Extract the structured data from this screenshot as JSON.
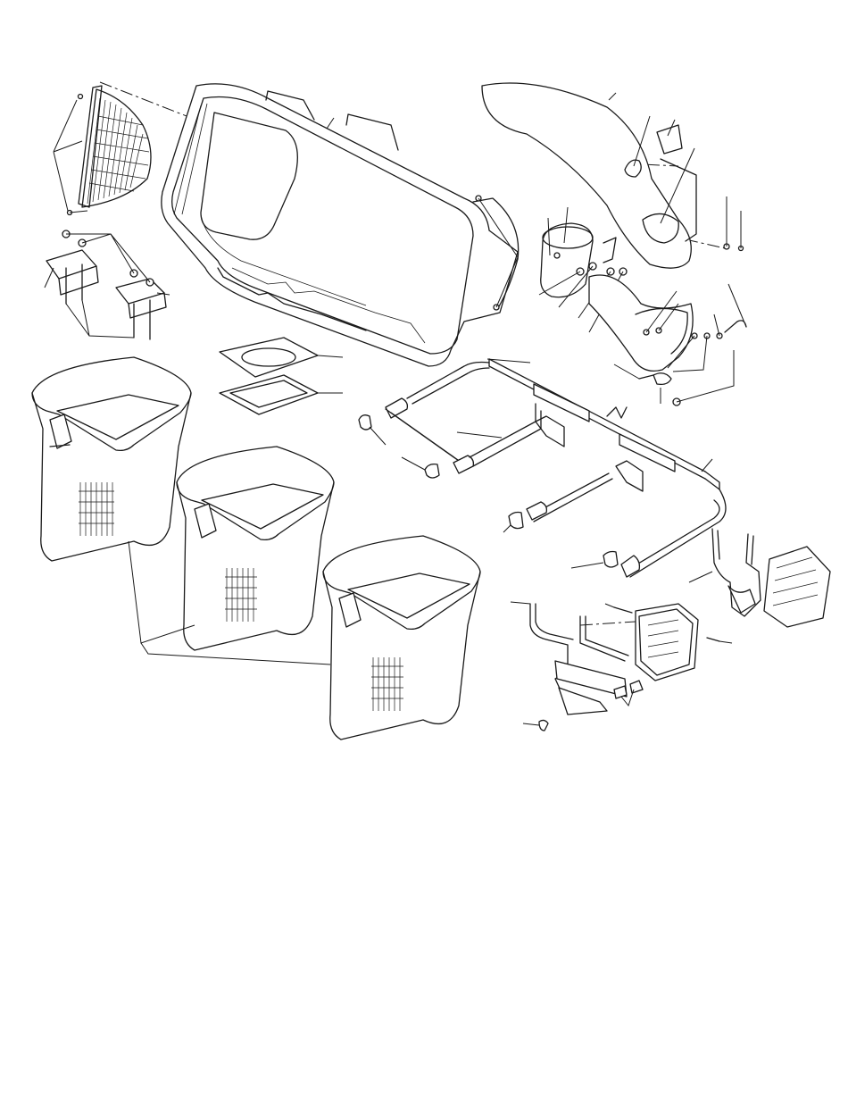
{
  "diagram": {
    "type": "exploded-parts-view",
    "line_color": "#1a1a1a",
    "background_color": "#ffffff",
    "parts": [
      "rear-screen",
      "bag-cover",
      "upper-chute",
      "chute-adapter",
      "lower-chute",
      "bag-frame",
      "grass-bag",
      "mounting-bracket",
      "hitch-plate",
      "cover-gasket",
      "cover-seal",
      "hinge-bracket",
      "hardware"
    ]
  }
}
